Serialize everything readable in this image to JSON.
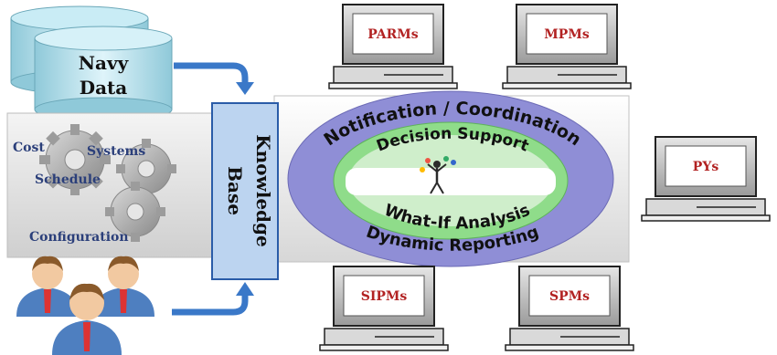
{
  "database": {
    "label_line1": "Navy",
    "label_line2": "Data"
  },
  "gear_panel": {
    "labels": {
      "cost": "Cost",
      "systems": "Systems",
      "schedule": "Schedule",
      "configuration": "Configuration"
    }
  },
  "knowledge_base": {
    "line1": "Knowledge",
    "line2": "Base"
  },
  "center": {
    "outer_top": "Notification / Coordination",
    "inner_top": "Decision Support",
    "inner_bottom": "What-If Analysis",
    "outer_bottom": "Dynamic Reporting"
  },
  "computers": [
    {
      "label": "PARMs"
    },
    {
      "label": "MPMs"
    },
    {
      "label": "PYs"
    },
    {
      "label": "SIPMs"
    },
    {
      "label": "SPMs"
    }
  ],
  "colors": {
    "label_red": "#b22222",
    "arrow_blue": "#3a78c8",
    "kb_fill": "#bcd4f0",
    "ellipse_outer": "#8f8ed6",
    "ellipse_mid": "#8fdc8a",
    "ellipse_inner": "#cfeecb"
  }
}
